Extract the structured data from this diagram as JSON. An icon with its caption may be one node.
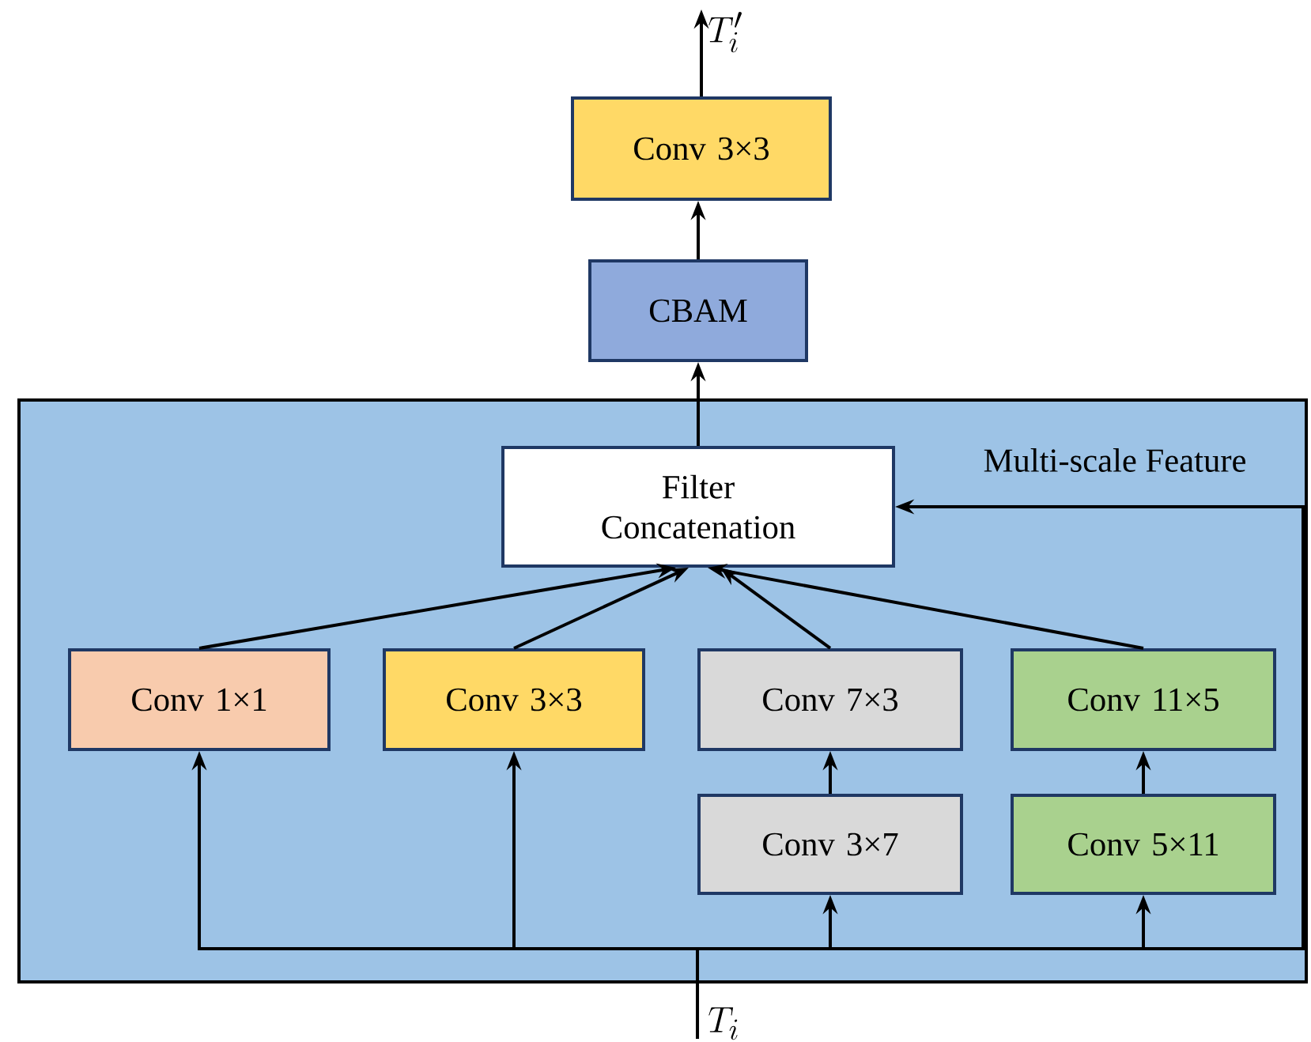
{
  "diagram": {
    "nodes": [
      {
        "text": [
          "Multi-scale Feature"
        ]
      },
      {
        "text": [
          "Filter Concatenation"
        ],
        "in": 0
      },
      {
        "text": [
          "Conv 1×1"
        ],
        "in": 0
      },
      {
        "text": [
          "Conv 3×3"
        ],
        "in": 0
      },
      {
        "text": [
          "Conv 7×3"
        ],
        "in": 0
      },
      {
        "text": [
          "Conv 11×5"
        ],
        "in": 0
      },
      {
        "text": [
          "Conv 3×7"
        ],
        "in": 0
      },
      {
        "text": [
          "Conv 5×11"
        ],
        "in": 0
      },
      {
        "text": [
          "CBAM"
        ]
      },
      {
        "text": [
          "Conv 3×3"
        ]
      },
      {
        "text": [
          "T_i"
        ]
      },
      {
        "text": [
          "T_i'"
        ]
      }
    ],
    "edges": [
      {
        "from": 10,
        "to": 2,
        "arrow": "to"
      },
      {
        "from": 10,
        "to": 3,
        "arrow": "to"
      },
      {
        "from": 10,
        "to": 6,
        "arrow": "to"
      },
      {
        "from": 10,
        "to": 7,
        "arrow": "to"
      },
      {
        "from": 10,
        "to": 1,
        "arrow": "to"
      },
      {
        "from": 2,
        "to": 1,
        "arrow": "to"
      },
      {
        "from": 3,
        "to": 1,
        "arrow": "to"
      },
      {
        "from": 4,
        "to": 1,
        "arrow": "to"
      },
      {
        "from": 5,
        "to": 1,
        "arrow": "to"
      },
      {
        "from": 6,
        "to": 4,
        "arrow": "to"
      },
      {
        "from": 7,
        "to": 5,
        "arrow": "to"
      },
      {
        "from": 1,
        "to": 8,
        "arrow": "to"
      },
      {
        "from": 8,
        "to": 9,
        "arrow": "to"
      },
      {
        "from": 9,
        "to": 11,
        "arrow": "to"
      }
    ]
  }
}
